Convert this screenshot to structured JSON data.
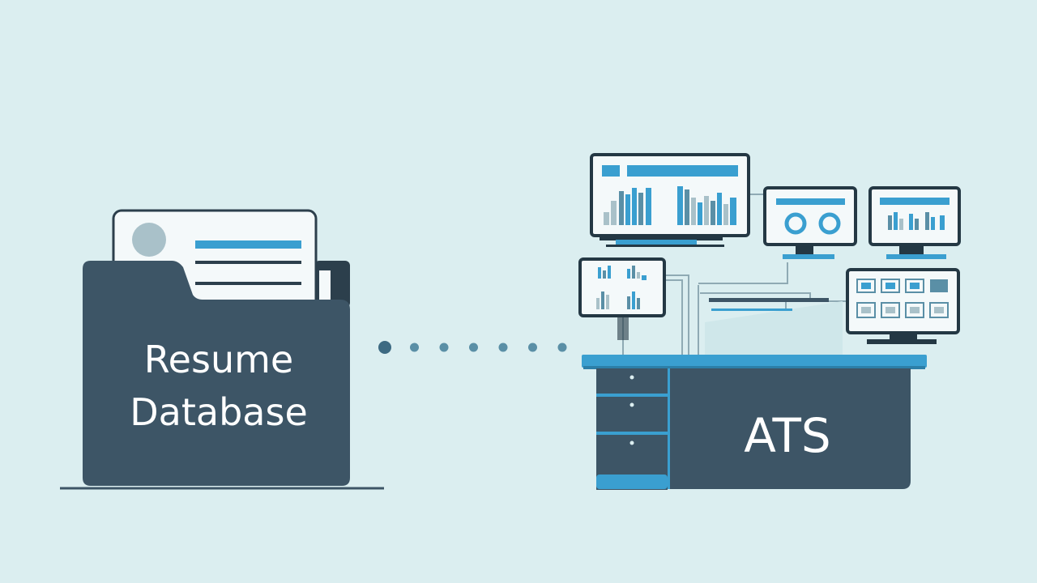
{
  "diagram": {
    "source_label_line1": "Resume",
    "source_label_line2": "Database",
    "target_label": "ATS",
    "connector_dot_count": 7
  },
  "colors": {
    "background": "#dbeef0",
    "folder_dark": "#3d5566",
    "folder_back": "#2c3f4c",
    "paper": "#f4f9fa",
    "accent_blue": "#3a9fd0",
    "monitor_stroke": "#243844",
    "desk_top": "#3a9fd0"
  }
}
